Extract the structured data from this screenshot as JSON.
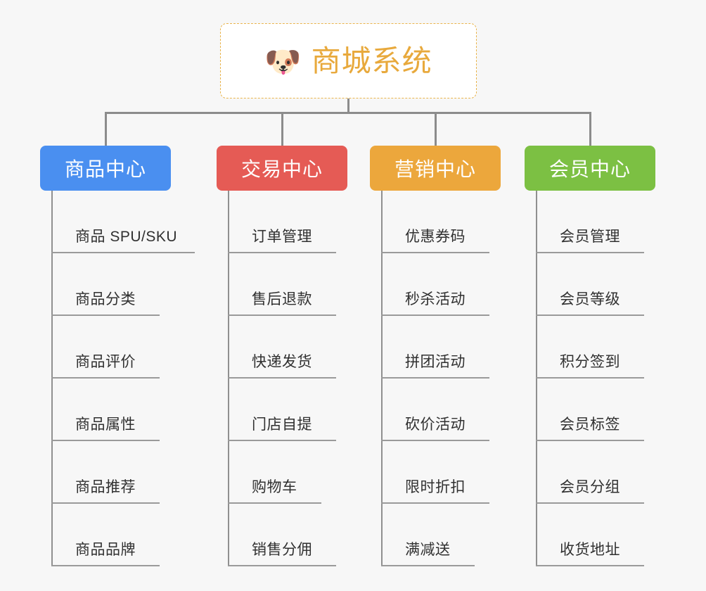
{
  "diagram": {
    "type": "organization-tree",
    "background_color": "#f7f7f7",
    "root": {
      "icon": "shiba-dog-face-icon",
      "icon_glyph": "🐶",
      "title": "商城系统",
      "text_color": "#e8a93c",
      "border_color": "#e9b44c",
      "background_color": "#ffffff"
    },
    "connector_color": "#8c8c8c",
    "leaf_text_color": "#303030",
    "leaf_rule_color": "#9a9a9a",
    "columns": [
      {
        "id": "product-center",
        "label": "商品中心",
        "color": "#4a8ff0",
        "items": [
          {
            "label": "商品 SPU/SKU",
            "rule_width": 204
          },
          {
            "label": "商品分类",
            "rule_width": 154
          },
          {
            "label": "商品评价",
            "rule_width": 154
          },
          {
            "label": "商品属性",
            "rule_width": 154
          },
          {
            "label": "商品推荐",
            "rule_width": 154
          },
          {
            "label": "商品品牌",
            "rule_width": 154
          }
        ]
      },
      {
        "id": "trade-center",
        "label": "交易中心",
        "color": "#e55b55",
        "items": [
          {
            "label": "订单管理",
            "rule_width": 154
          },
          {
            "label": "售后退款",
            "rule_width": 154
          },
          {
            "label": "快递发货",
            "rule_width": 154
          },
          {
            "label": "门店自提",
            "rule_width": 154
          },
          {
            "label": "购物车",
            "rule_width": 133
          },
          {
            "label": "销售分佣",
            "rule_width": 154
          }
        ]
      },
      {
        "id": "marketing-center",
        "label": "营销中心",
        "color": "#eca73c",
        "items": [
          {
            "label": "优惠券码",
            "rule_width": 154
          },
          {
            "label": "秒杀活动",
            "rule_width": 154
          },
          {
            "label": "拼团活动",
            "rule_width": 154
          },
          {
            "label": "砍价活动",
            "rule_width": 154
          },
          {
            "label": "限时折扣",
            "rule_width": 154
          },
          {
            "label": "满减送",
            "rule_width": 133
          }
        ]
      },
      {
        "id": "member-center",
        "label": "会员中心",
        "color": "#7cc043",
        "items": [
          {
            "label": "会员管理",
            "rule_width": 154
          },
          {
            "label": "会员等级",
            "rule_width": 154
          },
          {
            "label": "积分签到",
            "rule_width": 154
          },
          {
            "label": "会员标签",
            "rule_width": 154
          },
          {
            "label": "会员分组",
            "rule_width": 154
          },
          {
            "label": "收货地址",
            "rule_width": 154
          }
        ]
      }
    ]
  }
}
